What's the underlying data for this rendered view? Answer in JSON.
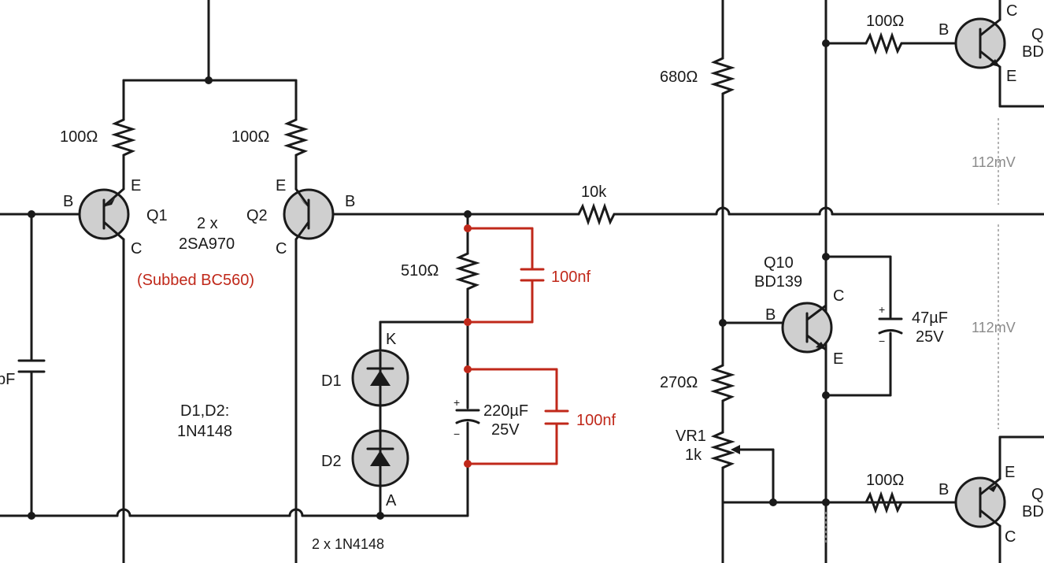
{
  "labels": {
    "r_q1_emitter": "100Ω",
    "r_q2_emitter": "100Ω",
    "q1_b": "B",
    "q1_e": "E",
    "q1_c": "C",
    "q1_name": "Q1",
    "q2_b": "B",
    "q2_e": "E",
    "q2_c": "C",
    "q2_name": "Q2",
    "pair_line1": "2 x",
    "pair_line2": "2SA970",
    "subbed": "(Subbed BC560)",
    "cap_left_partial": "pF",
    "diodes_line1": "D1,D2:",
    "diodes_line2": "1N4148",
    "r510": "510Ω",
    "c_bypass_top": "100nf",
    "d_k": "K",
    "d1": "D1",
    "d2": "D2",
    "d_a": "A",
    "two_diodes": "2 x 1N4148",
    "cap220_plus": "+",
    "cap220_minus": "−",
    "cap220_line1": "220µF",
    "cap220_line2": "25V",
    "c_bypass_bottom": "100nf",
    "r10k": "10k",
    "r680": "680Ω",
    "q10_line1": "Q10",
    "q10_line2": "BD139",
    "q10_b": "B",
    "q10_c": "C",
    "q10_e": "E",
    "r270": "270Ω",
    "vr1_line1": "VR1",
    "vr1_line2": "1k",
    "cap47_plus": "+",
    "cap47_minus": "−",
    "cap47_line1": "47µF",
    "cap47_line2": "25V",
    "mv_top": "112mV",
    "mv_bottom": "112mV",
    "r_top_right": "100Ω",
    "top_b": "B",
    "top_c": "C",
    "top_e": "E",
    "top_q_partial": "Q",
    "top_bd_partial": "BD",
    "r_bottom_right": "100Ω",
    "bot_b": "B",
    "bot_e": "E",
    "bot_c": "C",
    "bot_q_partial": "Q",
    "bot_bd_partial": "BD"
  },
  "colors": {
    "wire": "#1a1a1a",
    "modification": "#c0281a",
    "transistor_fill": "#cfcfcf",
    "annotation": "#8a8a8a"
  }
}
